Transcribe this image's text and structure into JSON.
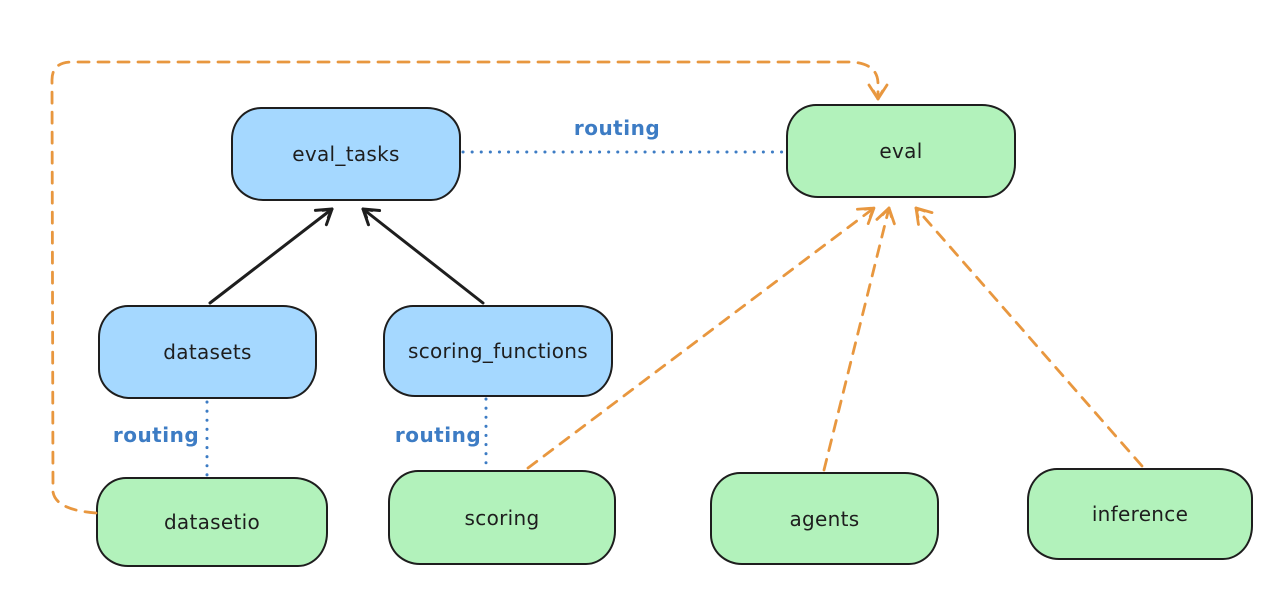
{
  "diagram": {
    "background": "#ffffff",
    "colors": {
      "node_blue_fill": "#a5d8ff",
      "node_green_fill": "#b2f2bb",
      "node_border": "#1e1e1e",
      "node_text": "#1e1e1e",
      "solid_arrow_black": "#1e1e1e",
      "dashed_arrow_orange": "#e8973f",
      "routing_blue": "#3d7cc4"
    },
    "nodes": [
      {
        "id": "eval_tasks",
        "label": "eval_tasks",
        "fill": "blue"
      },
      {
        "id": "eval",
        "label": "eval",
        "fill": "green"
      },
      {
        "id": "datasets",
        "label": "datasets",
        "fill": "blue"
      },
      {
        "id": "scoring_functions",
        "label": "scoring_functions",
        "fill": "blue"
      },
      {
        "id": "datasetio",
        "label": "datasetio",
        "fill": "green"
      },
      {
        "id": "scoring",
        "label": "scoring",
        "fill": "green"
      },
      {
        "id": "agents",
        "label": "agents",
        "fill": "green"
      },
      {
        "id": "inference",
        "label": "inference",
        "fill": "green"
      }
    ],
    "edges": [
      {
        "from": "datasets",
        "to": "eval_tasks",
        "style": "solid-arrow"
      },
      {
        "from": "scoring_functions",
        "to": "eval_tasks",
        "style": "solid-arrow"
      },
      {
        "from": "eval_tasks",
        "to": "eval",
        "style": "dotted",
        "label": "routing"
      },
      {
        "from": "datasets",
        "to": "datasetio",
        "style": "dotted",
        "label": "routing"
      },
      {
        "from": "scoring_functions",
        "to": "scoring",
        "style": "dotted",
        "label": "routing"
      },
      {
        "from": "datasetio",
        "to": "eval",
        "style": "dashed-arrow"
      },
      {
        "from": "scoring",
        "to": "eval",
        "style": "dashed-arrow"
      },
      {
        "from": "agents",
        "to": "eval",
        "style": "dashed-arrow"
      },
      {
        "from": "inference",
        "to": "eval",
        "style": "dashed-arrow"
      }
    ]
  }
}
